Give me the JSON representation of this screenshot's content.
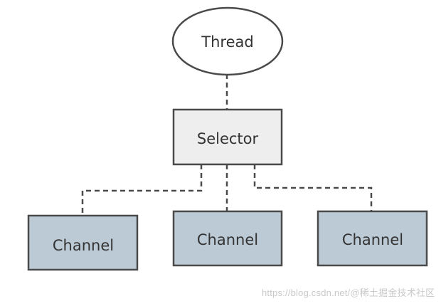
{
  "diagram": {
    "nodes": {
      "thread": "Thread",
      "selector": "Selector",
      "channel_left": "Channel",
      "channel_middle": "Channel",
      "channel_right": "Channel"
    },
    "colors": {
      "thread_fill": "#ffffff",
      "selector_fill": "#eeeeee",
      "channel_fill": "#bccad6",
      "border": "#4a4a4a",
      "connector": "#4a4a4a"
    }
  },
  "watermark": {
    "text": "https://blog.csdn.net/@稀土掘金技术社区"
  }
}
